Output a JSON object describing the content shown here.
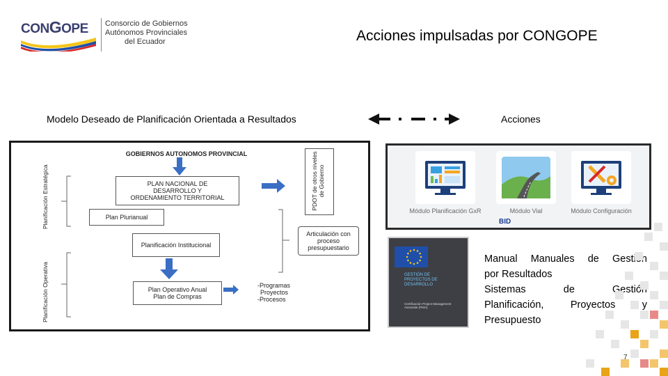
{
  "logo": {
    "wordmark_a": "CON",
    "wordmark_b": "G",
    "wordmark_c": "OPE",
    "line1": "Consorcio de Gobiernos",
    "line2": "Autónomos Provinciales",
    "line3": "del Ecuador"
  },
  "title": "Acciones impulsadas por CONGOPE",
  "left_heading": "Modelo Deseado de Planificación Orientada a Resultados",
  "right_heading": "Acciones",
  "diagram": {
    "top_label": "GOBIERNOS AUTONOMOS PROVINCIAL",
    "pnd": "PLAN NACIONAL DE DESARROLLO Y ORDENAMIENTO TERRITORIAL",
    "pdot": "PDOT de otros niveles de Gobierno",
    "plurianual": "Plan Plurianual",
    "institucional": "Planificación Institucional",
    "articulacion": "Articulación con proceso presupuestario",
    "poa_line1": "Plan Operativo Anual",
    "poa_line2": "Plan de Compras",
    "items": [
      "-Programas",
      "Proyectos",
      "-Procesos"
    ],
    "strategic_label": "Planificación Estratégica",
    "operative_label": "Planificación Operativa"
  },
  "modules": [
    {
      "label": "Módulo Planificación GxR",
      "icon": "dashboard-icon"
    },
    {
      "label": "Módulo Vial",
      "icon": "road-icon"
    },
    {
      "label": "Módulo Configuración",
      "icon": "tools-icon"
    }
  ],
  "bid_logo": "BID",
  "book": {
    "title": "GESTIÓN DE PROYECTOS DE DESARROLLO",
    "subtitle": "Certificación Project Management Associate (PMA)"
  },
  "description": {
    "line1": "Manual  Manuales  de  Gestión",
    "line2": "por Resultados",
    "line3": "Sistemas         de         Gestión",
    "line4": "Planificación,    Proyectos    y",
    "line5": "Presupuesto"
  },
  "page_number": "7",
  "colors": {
    "logo_blue": "#3b3f6e",
    "flag_yellow": "#f5c518",
    "flag_blue": "#1f4fa8",
    "flag_red": "#d62828",
    "mosaic_accent": "#e8a317"
  }
}
